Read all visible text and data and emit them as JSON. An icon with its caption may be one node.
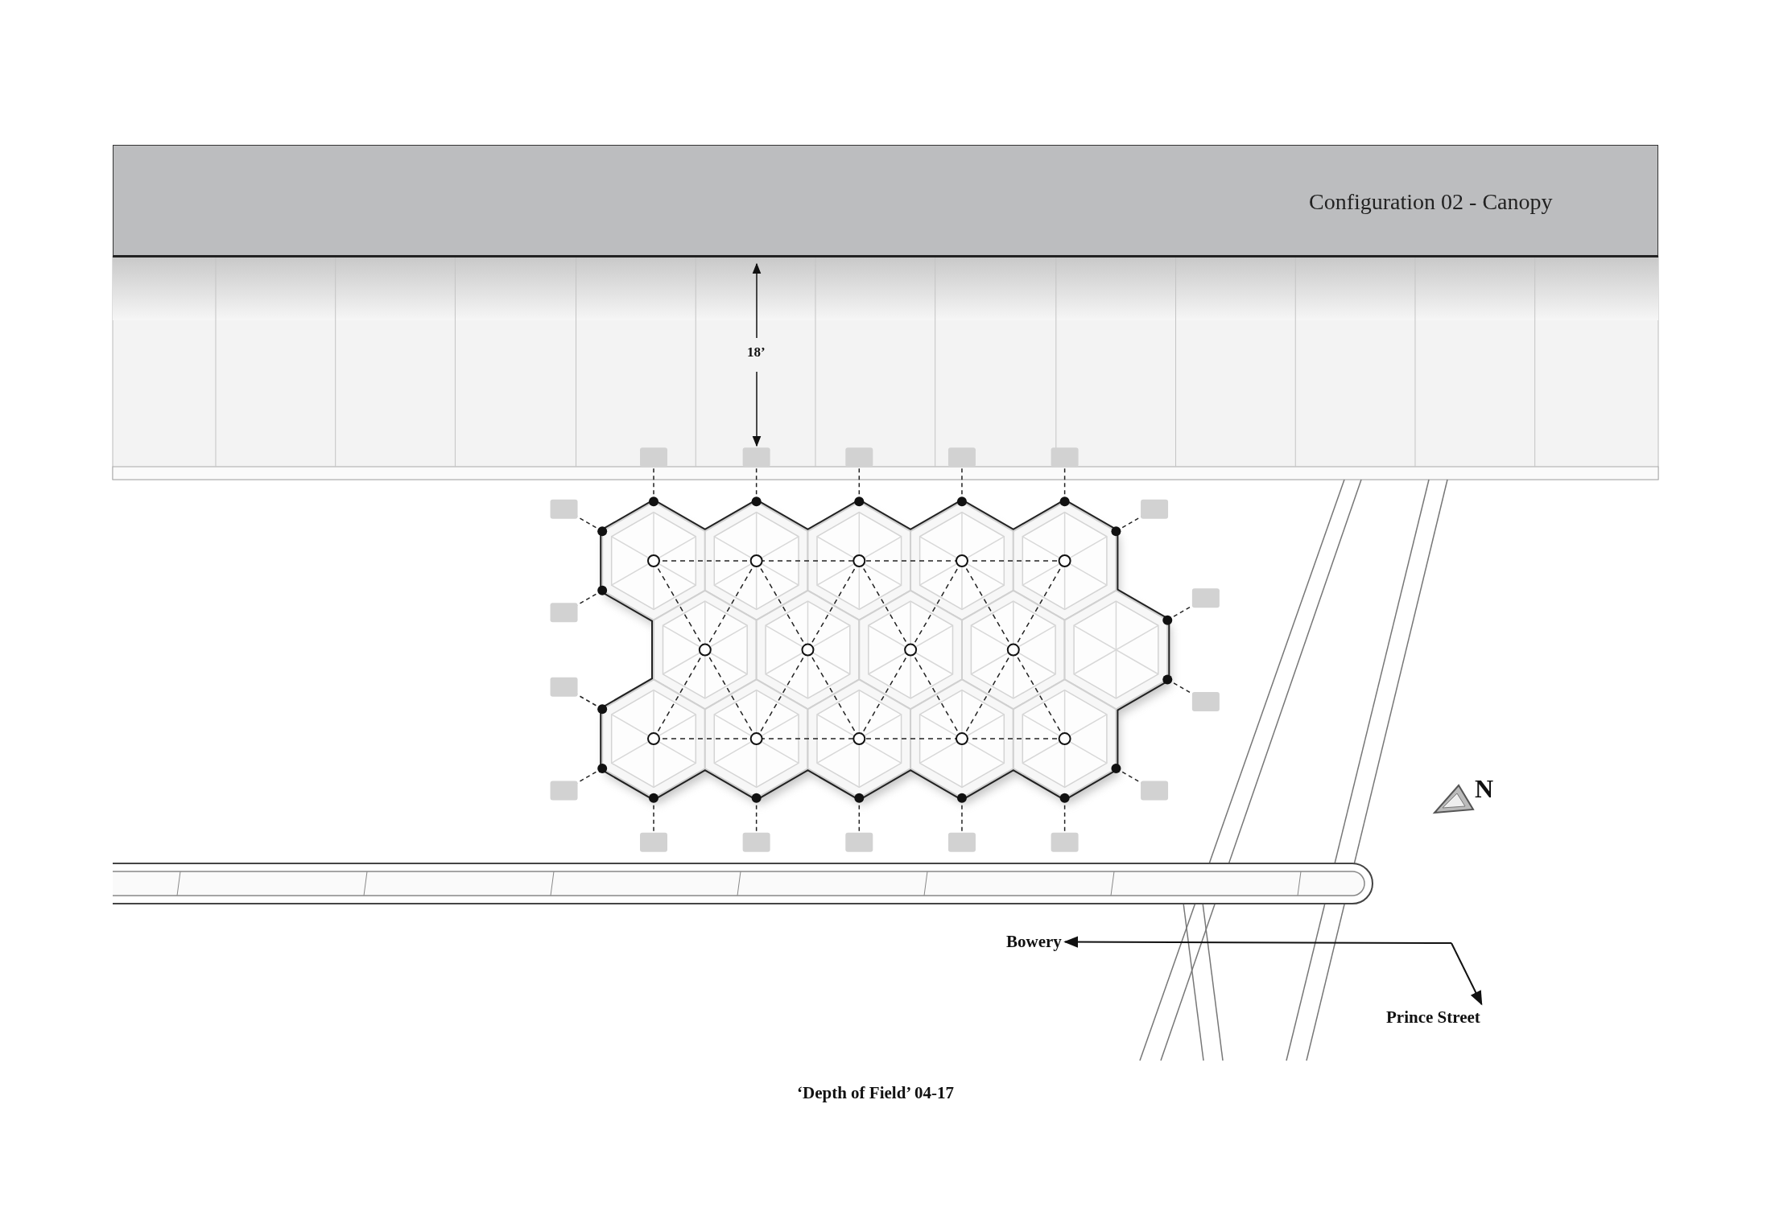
{
  "diagram": {
    "caption": "‘Depth of Field’  04-17",
    "nodes": [
      {
        "text": [
          "Configuration 02 - Canopy"
        ]
      },
      {
        "text": [
          "Bowery"
        ]
      },
      {
        "text": [
          "Prince Street"
        ]
      }
    ],
    "edges": [
      {
        "from": null,
        "to": 1,
        "arrow": "to"
      },
      {
        "from": null,
        "to": 2,
        "arrow": "to"
      }
    ],
    "labels": [
      "18’",
      "N"
    ]
  }
}
